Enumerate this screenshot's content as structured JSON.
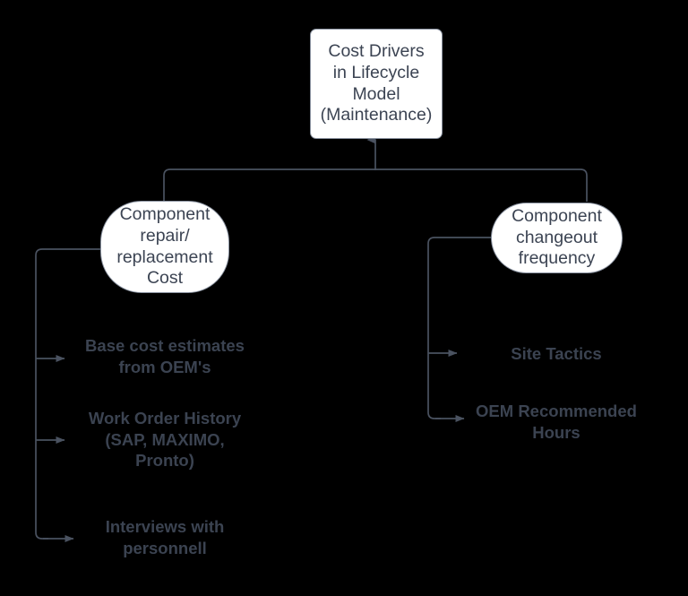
{
  "diagram": {
    "title_node": {
      "id": "cost-drivers-root",
      "label": "Cost Drivers\nin Lifecycle\nModel\n(Maintenance)"
    },
    "branches": [
      {
        "id": "component-repair-replacement-cost",
        "label": "Component\nrepair/\nreplacement\nCost",
        "leaves": [
          {
            "id": "base-cost-estimates",
            "label": "Base cost estimates\nfrom OEM's"
          },
          {
            "id": "work-order-history",
            "label": "Work Order History\n(SAP, MAXIMO,\nPronto)"
          },
          {
            "id": "interviews-with-personnell",
            "label": "Interviews with\npersonnell"
          }
        ]
      },
      {
        "id": "component-changeout-frequency",
        "label": "Component\nchangeout\nfrequency",
        "leaves": [
          {
            "id": "site-tactics",
            "label": "Site Tactics"
          },
          {
            "id": "oem-recommended-hours",
            "label": "OEM Recommended\nHours"
          }
        ]
      }
    ],
    "colors": {
      "background": "#000000",
      "node_fill": "#ffffff",
      "node_border": "#8b93a1",
      "node_text": "#3c4453",
      "leaf_text": "#3b4351",
      "connector": "#4a5260"
    }
  }
}
